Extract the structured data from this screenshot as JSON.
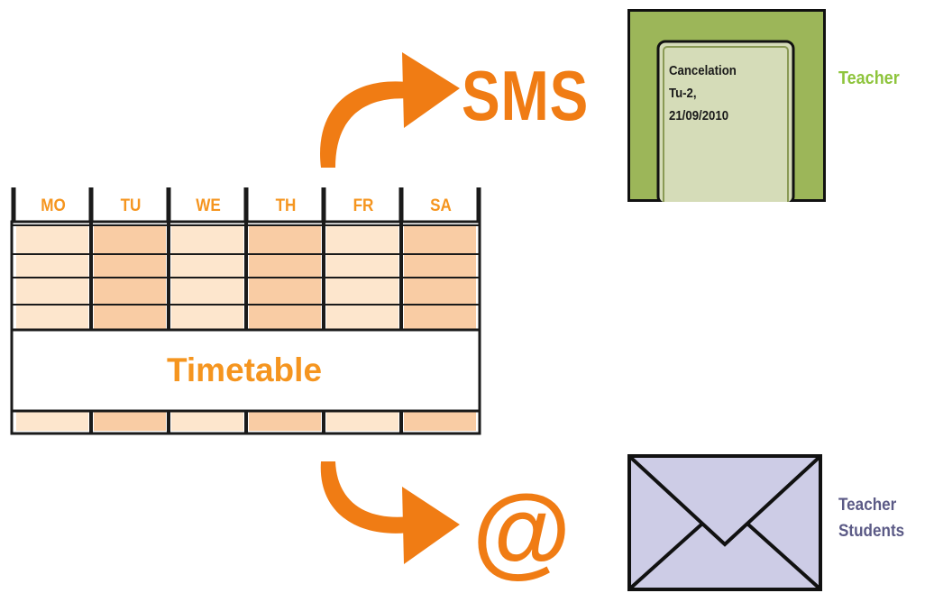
{
  "timetable": {
    "days": [
      "MO",
      "TU",
      "WE",
      "TH",
      "FR",
      "SA"
    ],
    "title": "Timetable"
  },
  "sms": {
    "label": "SMS",
    "message_lines": [
      "Cancelation",
      "Tu-2,",
      "21/09/2010"
    ],
    "recipient": "Teacher"
  },
  "email": {
    "symbol": "@",
    "recipients": [
      "Teacher",
      "Students"
    ]
  },
  "colors": {
    "orange": "#f07c14",
    "light_orange_text": "#f5951f",
    "cell_light": "#fde6cd",
    "cell_dark": "#f9ccA4",
    "phone_frame": "#9cb659",
    "phone_screen": "#d5dcb8",
    "teacher_green": "#8ec43c",
    "envelope": "#cdcce6",
    "mail_text": "#5b5a86"
  },
  "icons": {
    "sms_arrow": "curved-arrow-icon",
    "mail_arrow": "curved-arrow-icon",
    "phone": "mobile-phone-icon",
    "envelope": "envelope-icon"
  }
}
